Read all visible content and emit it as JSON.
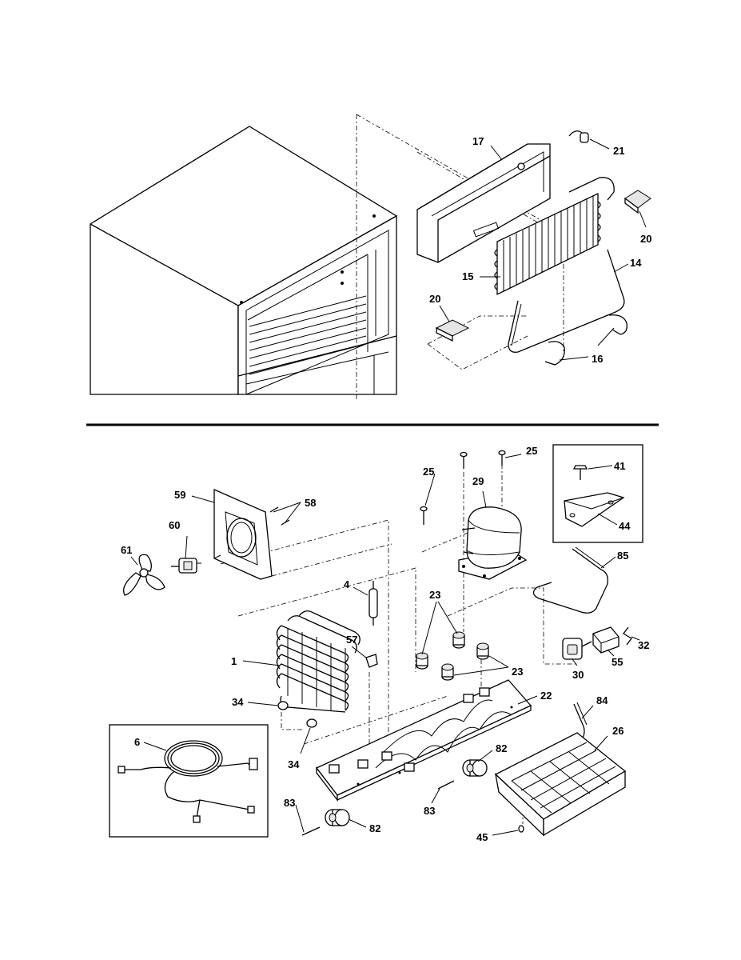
{
  "diagram": {
    "labels": {
      "p17": "17",
      "p21": "21",
      "p20a": "20",
      "p15": "15",
      "p14": "14",
      "p20b": "20",
      "p16": "16",
      "p25a": "25",
      "p25b": "25",
      "p41": "41",
      "p59": "59",
      "p58": "58",
      "p29": "29",
      "p44": "44",
      "p60": "60",
      "p61": "61",
      "p85": "85",
      "p4": "4",
      "p23a": "23",
      "p23b": "23",
      "p57": "57",
      "p1": "1",
      "p32": "32",
      "p30": "30",
      "p55": "55",
      "p34a": "34",
      "p22": "22",
      "p84": "84",
      "p6": "6",
      "p26": "26",
      "p34b": "34",
      "p82a": "82",
      "p83a": "83",
      "p83b": "83",
      "p82b": "82",
      "p45": "45"
    }
  }
}
